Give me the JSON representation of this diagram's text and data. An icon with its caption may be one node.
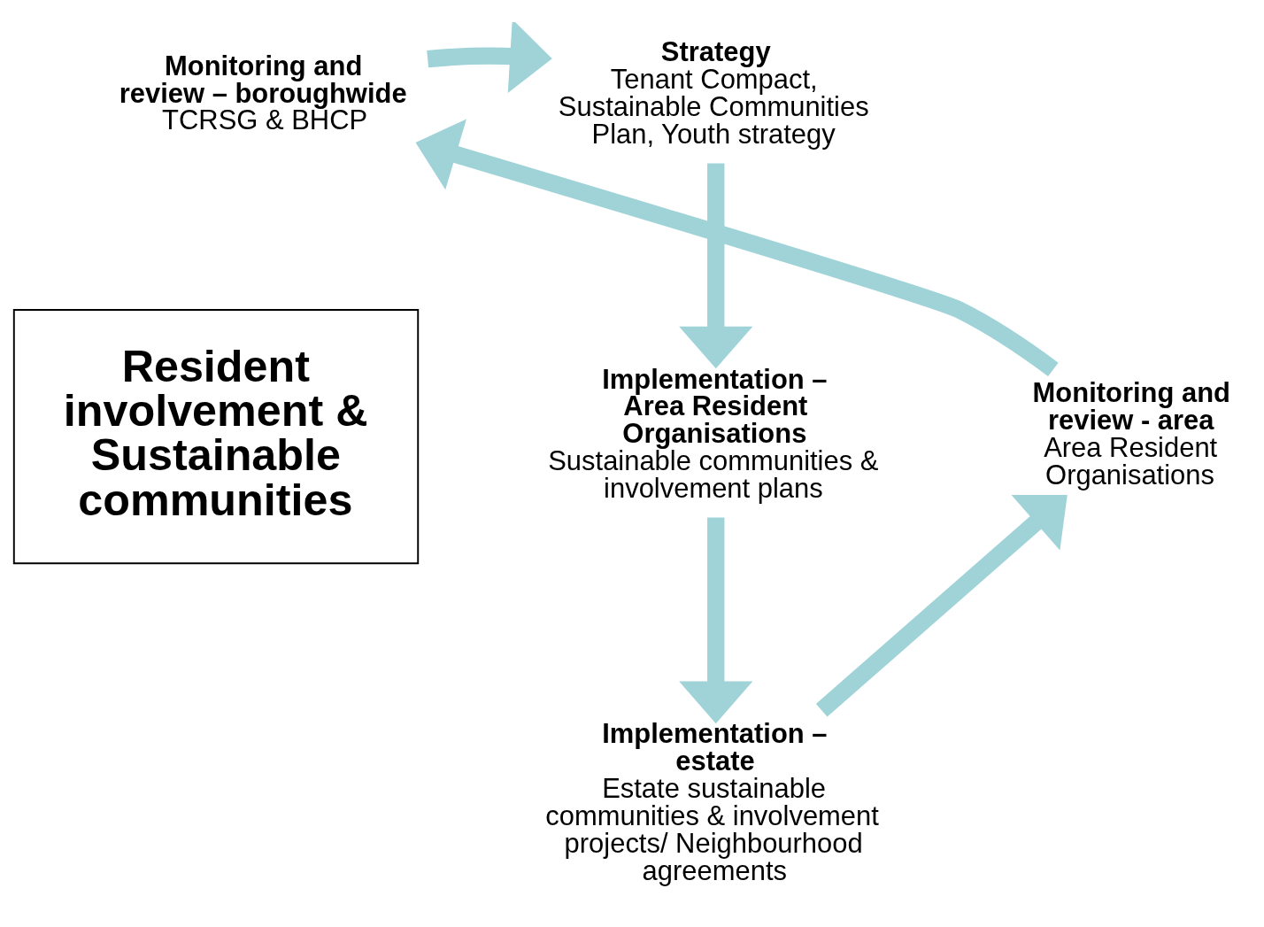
{
  "diagram": {
    "nodes": [
      {
        "text": [
          "Monitoring and review – boroughwide",
          "TCRSG & BHCP"
        ]
      },
      {
        "text": [
          "Strategy",
          "Tenant Compact, Sustainable Communities Plan, Youth strategy"
        ]
      },
      {
        "text": [
          "Resident involvement & Sustainable communities"
        ]
      },
      {
        "text": [
          "Implementation – Area Resident Organisations",
          "Sustainable communities & involvement plans"
        ]
      },
      {
        "text": [
          "Monitoring and review - area",
          "Area Resident Organisations"
        ]
      },
      {
        "text": [
          "Implementation – estate",
          "Estate sustainable communities & involvement projects/ Neighbourhood agreements"
        ]
      }
    ],
    "edges": [
      {
        "from": 0,
        "to": 1,
        "arrow": "to"
      },
      {
        "from": 1,
        "to": 3,
        "arrow": "to"
      },
      {
        "from": 3,
        "to": 5,
        "arrow": "to"
      },
      {
        "from": 5,
        "to": 4,
        "arrow": "to"
      },
      {
        "from": 4,
        "to": 0,
        "arrow": "to"
      }
    ]
  }
}
